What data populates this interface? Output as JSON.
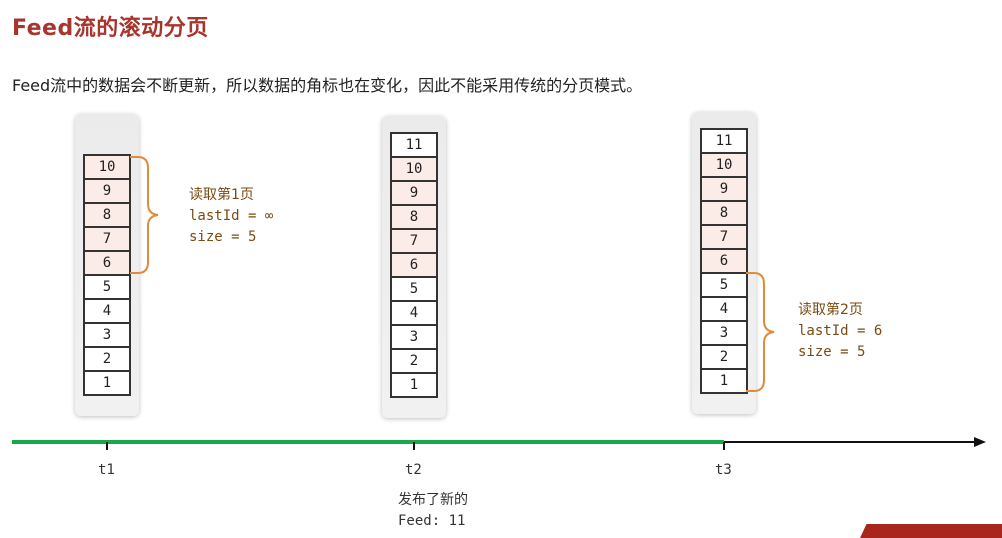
{
  "header": {
    "title": "Feed流的滚动分页",
    "subtitle": "Feed流中的数据会不断更新，所以数据的角标也在变化，因此不能采用传统的分页模式。"
  },
  "columns": [
    {
      "name": "t1",
      "cells": [
        "10",
        "9",
        "8",
        "7",
        "6",
        "5",
        "4",
        "3",
        "2",
        "1"
      ]
    },
    {
      "name": "t2",
      "cells": [
        "11",
        "10",
        "9",
        "8",
        "7",
        "6",
        "5",
        "4",
        "3",
        "2",
        "1"
      ]
    },
    {
      "name": "t3",
      "cells": [
        "11",
        "10",
        "9",
        "8",
        "7",
        "6",
        "5",
        "4",
        "3",
        "2",
        "1"
      ]
    }
  ],
  "annotations": {
    "page1": {
      "label": "读取第1页",
      "last_id": "lastId = ∞",
      "size": "size = 5"
    },
    "page2": {
      "label": "读取第2页",
      "last_id": "lastId = 6",
      "size": "size = 5"
    }
  },
  "timeline": {
    "ticks": [
      "t1",
      "t2",
      "t3"
    ],
    "progress_color": "#1aa64a",
    "axis_color": "#111111"
  },
  "caption": {
    "line1": "发布了新的",
    "line2": "Feed: 11"
  },
  "colors": {
    "title": "#a8342e",
    "highlight": "#fbece7",
    "annotation": "#7a4a12",
    "brace": "#e08a3a"
  }
}
